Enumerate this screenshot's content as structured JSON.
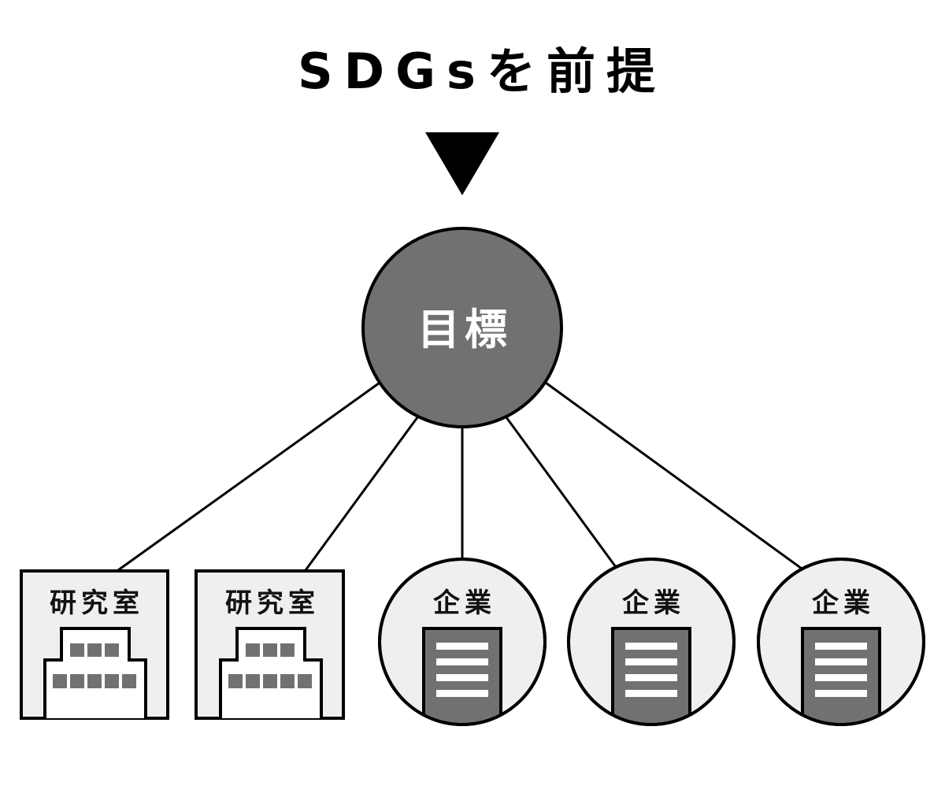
{
  "title": "SDGsを前提",
  "goal": "目標",
  "nodes": [
    {
      "type": "lab",
      "label": "研究室"
    },
    {
      "type": "lab",
      "label": "研究室"
    },
    {
      "type": "company",
      "label": "企業"
    },
    {
      "type": "company",
      "label": "企業"
    },
    {
      "type": "company",
      "label": "企業"
    }
  ],
  "colors": {
    "goal_fill": "#727071",
    "node_fill": "#efefef",
    "window": "#727071",
    "stroke": "#000000"
  }
}
